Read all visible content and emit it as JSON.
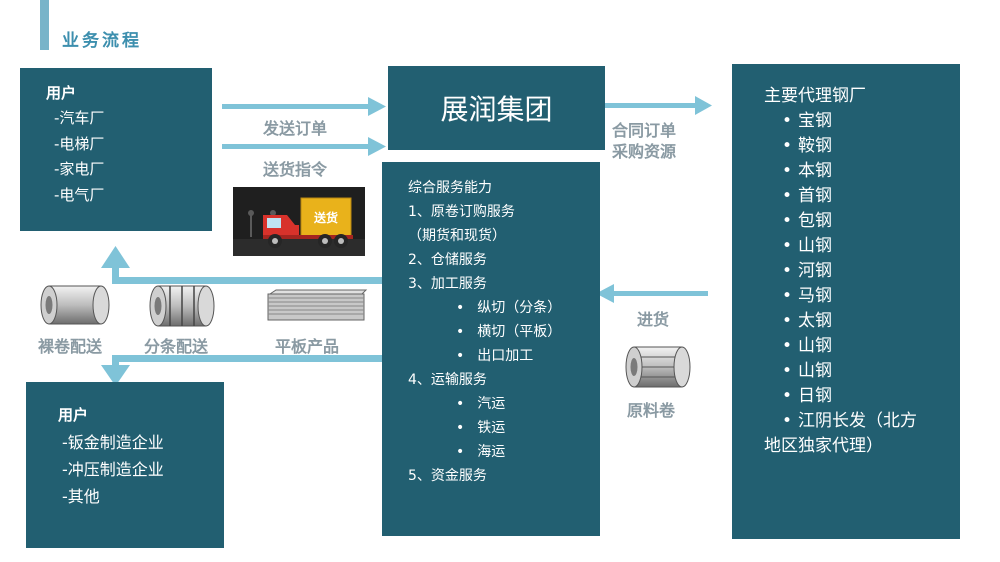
{
  "header": {
    "title": "业务流程"
  },
  "users_top": {
    "heading": "用户",
    "items": [
      "-汽车厂",
      "-电梯厂",
      "-家电厂",
      "-电气厂"
    ]
  },
  "group": {
    "name": "展润集团"
  },
  "flows": {
    "send_order": "发送订单",
    "delivery_instruction": "送货指令",
    "contract_order": [
      "合同订单",
      "采购资源"
    ],
    "incoming": "进货"
  },
  "truck": {
    "sign": "送货"
  },
  "services": {
    "lines": [
      {
        "text": "综合服务能力",
        "sub": false
      },
      {
        "text": "1、原卷订购服务",
        "sub": false
      },
      {
        "text": "（期货和现货）",
        "sub": false
      },
      {
        "text": "2、仓储服务",
        "sub": false
      },
      {
        "text": "3、加工服务",
        "sub": false
      },
      {
        "text": "纵切（分条）",
        "sub": true
      },
      {
        "text": "横切（平板）",
        "sub": true
      },
      {
        "text": "出口加工",
        "sub": true
      },
      {
        "text": "4、运输服务",
        "sub": false
      },
      {
        "text": "汽运",
        "sub": true
      },
      {
        "text": "铁运",
        "sub": true
      },
      {
        "text": "海运",
        "sub": true
      },
      {
        "text": "5、资金服务",
        "sub": false
      }
    ]
  },
  "mills": {
    "title": "主要代理钢厂",
    "items": [
      "宝钢",
      "鞍钢",
      "本钢",
      "首钢",
      "包钢",
      "山钢",
      "河钢",
      "马钢",
      "太钢",
      "山钢",
      "山钢",
      "日钢",
      "江阴长发（北方"
    ],
    "tail": "地区独家代理）"
  },
  "products": {
    "bare_coil": "裸卷配送",
    "slit_coil": "分条配送",
    "flat": "平板产品",
    "raw_coil": "原料卷"
  },
  "users_bottom": {
    "heading": "用户",
    "items": [
      "-钣金制造企业",
      "-冲压制造企业",
      "-其他"
    ]
  },
  "colors": {
    "box": "#225f71",
    "arrow": "#7fc3d8",
    "title": "#3d8fae",
    "accent": "#78b4c9",
    "label": "#8a9aa3"
  }
}
